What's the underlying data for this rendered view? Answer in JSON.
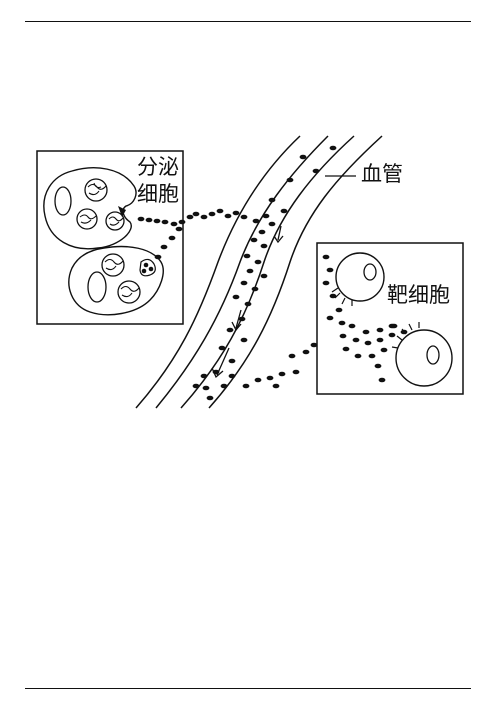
{
  "labels": {
    "secretory_cell_line1": "分泌",
    "secretory_cell_line2": "细胞",
    "blood_vessel": "血管",
    "target_cell": "靶细胞"
  }
}
